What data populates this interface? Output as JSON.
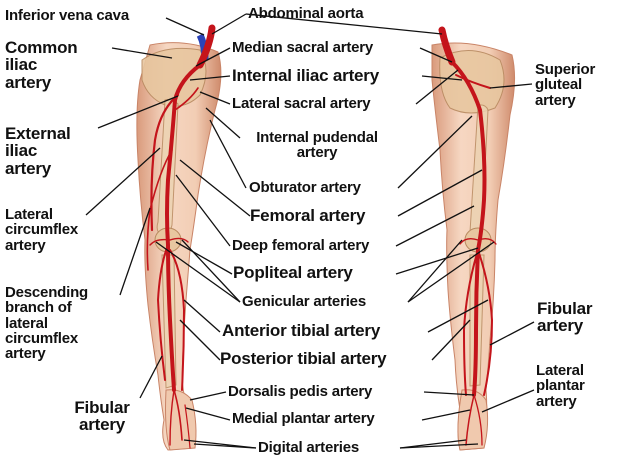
{
  "labels": {
    "inferior_vena_cava": "Inferior vena cava",
    "abdominal_aorta": "Abdominal aorta",
    "common_iliac_artery": "Common\niliac\nartery",
    "median_sacral_artery": "Median sacral artery",
    "internal_iliac_artery": "Internal iliac artery",
    "superior_gluteal_artery": "Superior\ngluteal\nartery",
    "lateral_sacral_artery": "Lateral sacral artery",
    "external_iliac_artery": "External\niliac\nartery",
    "internal_pudendal_artery": "Internal pudendal\nartery",
    "obturator_artery": "Obturator artery",
    "lateral_circumflex_artery": "Lateral\ncircumflex\nartery",
    "femoral_artery": "Femoral artery",
    "deep_femoral_artery": "Deep femoral artery",
    "popliteal_artery": "Popliteal artery",
    "descending_branch": "Descending\nbranch of\nlateral\ncircumflex\nartery",
    "genicular_arteries": "Genicular arteries",
    "fibular_artery_right": "Fibular\nartery",
    "anterior_tibial_artery": "Anterior tibial artery",
    "posterior_tibial_artery": "Posterior tibial artery",
    "lateral_plantar_artery": "Lateral\nplantar\nartery",
    "fibular_artery_left": "Fibular\nartery",
    "dorsalis_pedis_artery": "Dorsalis pedis artery",
    "medial_plantar_artery": "Medial plantar artery",
    "digital_arteries": "Digital arteries"
  },
  "colors": {
    "skin": "#f2cdb4",
    "skin_shadow": "#d99a7c",
    "bone": "#e8c7a0",
    "artery": "#c4141b",
    "vein": "#2a43b8",
    "leader": "#111111"
  }
}
